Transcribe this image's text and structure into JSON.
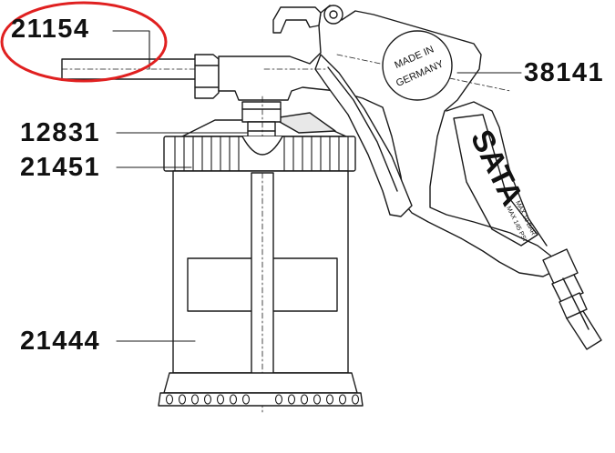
{
  "parts": [
    {
      "id": "21154",
      "label": "21154"
    },
    {
      "id": "12831",
      "label": "12831"
    },
    {
      "id": "21451",
      "label": "21451"
    },
    {
      "id": "21444",
      "label": "21444"
    },
    {
      "id": "38141",
      "label": "38141"
    }
  ],
  "gun_markings": {
    "made_in_line1": "MADE IN",
    "made_in_line2": "GERMANY",
    "brand": "SATA",
    "pressure_bar": "MAX 10 BAR",
    "pressure_psi": "MAX 145 PSI"
  },
  "highlight_color": "#e02020",
  "line_color": "#1a1a1a"
}
